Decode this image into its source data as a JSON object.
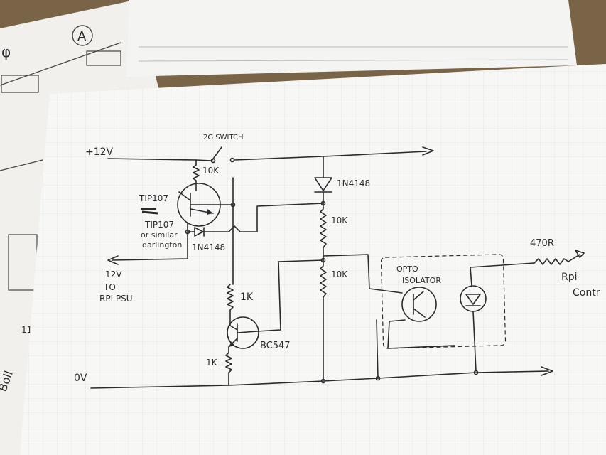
{
  "diagram": {
    "supply_label": "+12V",
    "switch_label": "2G SWITCH",
    "ground_label": "0V",
    "transistor_label": "TIP107",
    "transistor_note_1": "or similar",
    "transistor_note_2": "darlington",
    "scribble_label": "TIP107",
    "diode_label": "1N4148",
    "output_label_1": "12V",
    "output_label_2": "TO",
    "output_label_3": "RPI PSU.",
    "r_top_left": "10K",
    "r_diode_label": "1N4148",
    "r_mid": "10K",
    "r_low": "10K",
    "r_base": "1K",
    "r_bottom": "1K",
    "bc_label": "BC547",
    "opto_label_1": "OPTO",
    "opto_label_2": "ISOLATOR",
    "r_pi": "470R",
    "pi_label_1": "Rpi",
    "pi_label_2": "Contr"
  },
  "background_sheet": {
    "circle_letter": "A",
    "corner_letter": "φ",
    "bottom_text": "Boll",
    "small_mark": "11"
  }
}
